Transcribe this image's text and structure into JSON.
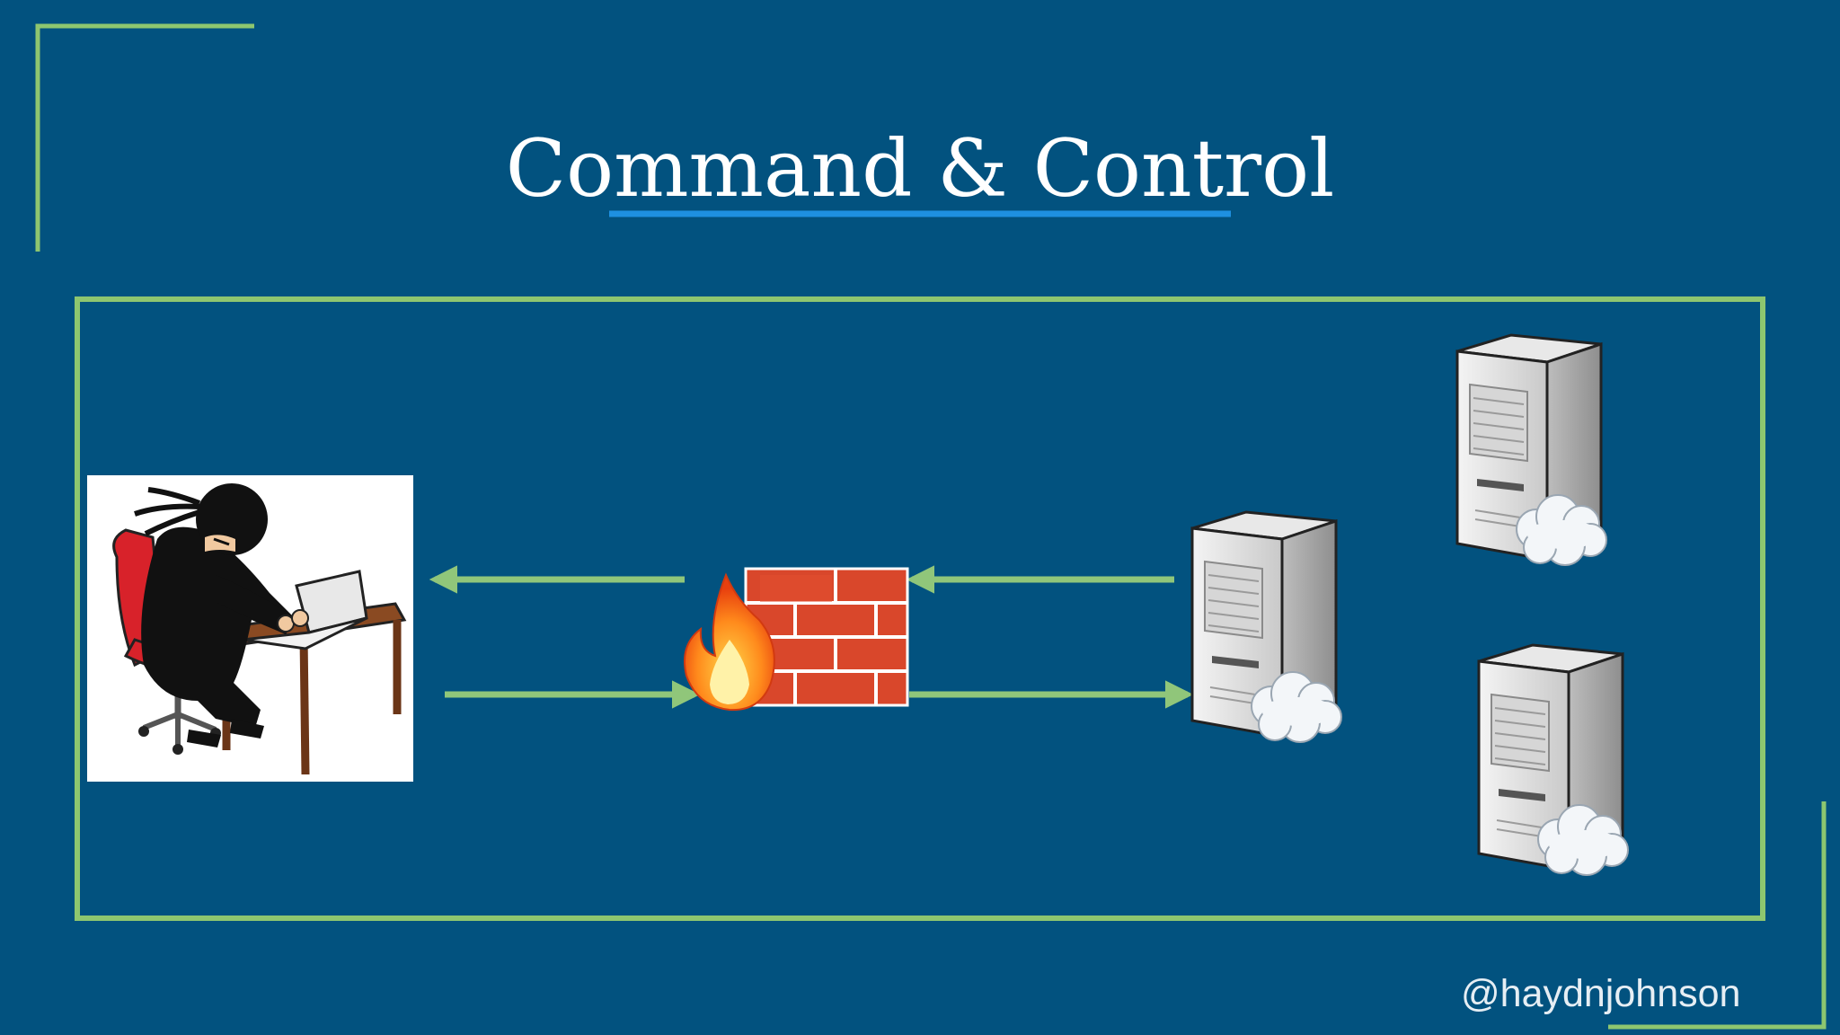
{
  "slide": {
    "title": "Command & Control",
    "credit": "@haydnjohnson"
  },
  "colors": {
    "background": "#02527f",
    "frame_green": "#8ec66f",
    "underline_blue": "#1e90e0",
    "arrow_green": "#90c67a",
    "brick_red": "#d9472b"
  },
  "diagram": {
    "nodes": [
      "attacker-workstation-image",
      "firewall-icon",
      "c2-server-icon",
      "server-icon-top",
      "server-icon-bottom"
    ],
    "arrows": [
      {
        "from": "firewall",
        "to": "attacker"
      },
      {
        "from": "attacker",
        "to": "firewall"
      },
      {
        "from": "c2-server",
        "to": "firewall"
      },
      {
        "from": "firewall",
        "to": "c2-server"
      }
    ]
  }
}
